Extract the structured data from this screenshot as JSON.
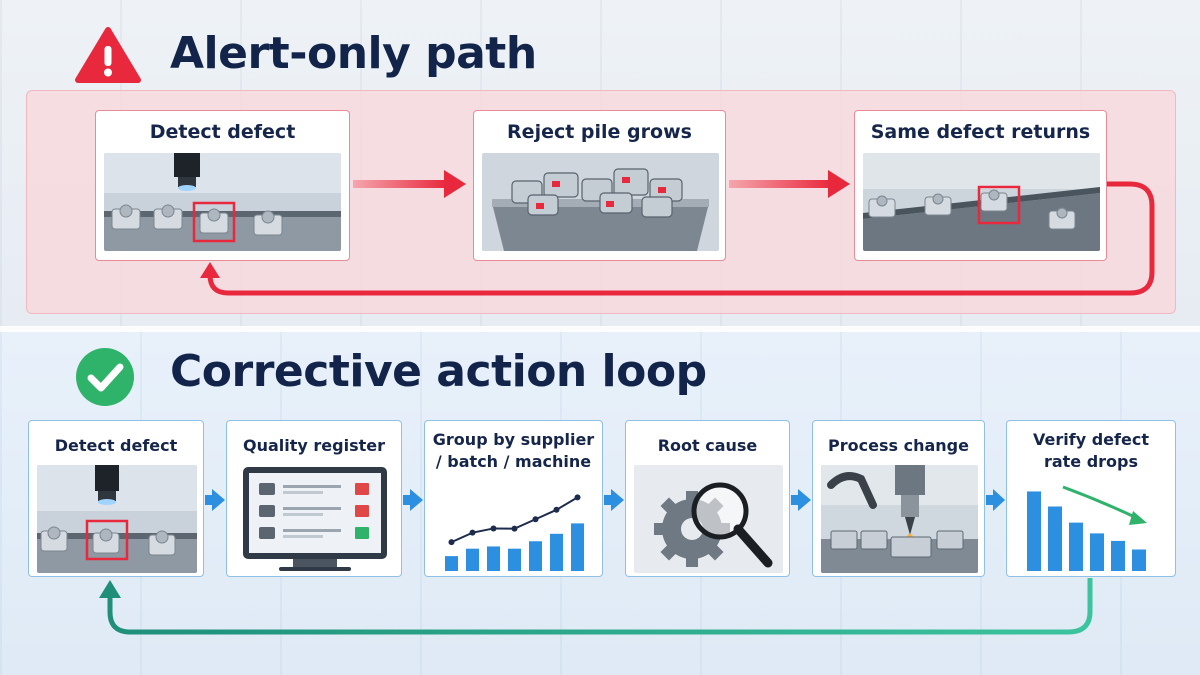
{
  "colors": {
    "alert_red": "#e8283c",
    "loop_teal": "#27a58b",
    "flow_blue": "#2d8fe0",
    "heading_navy": "#12244a",
    "check_green": "#2fb36b"
  },
  "alert_section": {
    "icon": "warning-triangle-icon",
    "title": "Alert-only path",
    "steps": [
      {
        "label": "Detect defect"
      },
      {
        "label": "Reject pile grows"
      },
      {
        "label": "Same defect returns"
      }
    ]
  },
  "corrective_section": {
    "icon": "check-circle-icon",
    "title": "Corrective action loop",
    "steps": [
      {
        "label": "Detect defect"
      },
      {
        "label": "Quality register"
      },
      {
        "label": "Group by supplier / batch / machine"
      },
      {
        "label": "Root cause"
      },
      {
        "label": "Process change"
      },
      {
        "label": "Verify defect rate drops"
      }
    ],
    "register_rows": [
      {
        "status_color": "#e04848"
      },
      {
        "status_color": "#e04848"
      },
      {
        "status_color": "#2fb36b"
      }
    ],
    "group_chart_values": [
      20,
      30,
      33,
      30,
      40,
      50,
      64
    ],
    "verify_chart_values": [
      74,
      60,
      45,
      35,
      28,
      20
    ]
  }
}
